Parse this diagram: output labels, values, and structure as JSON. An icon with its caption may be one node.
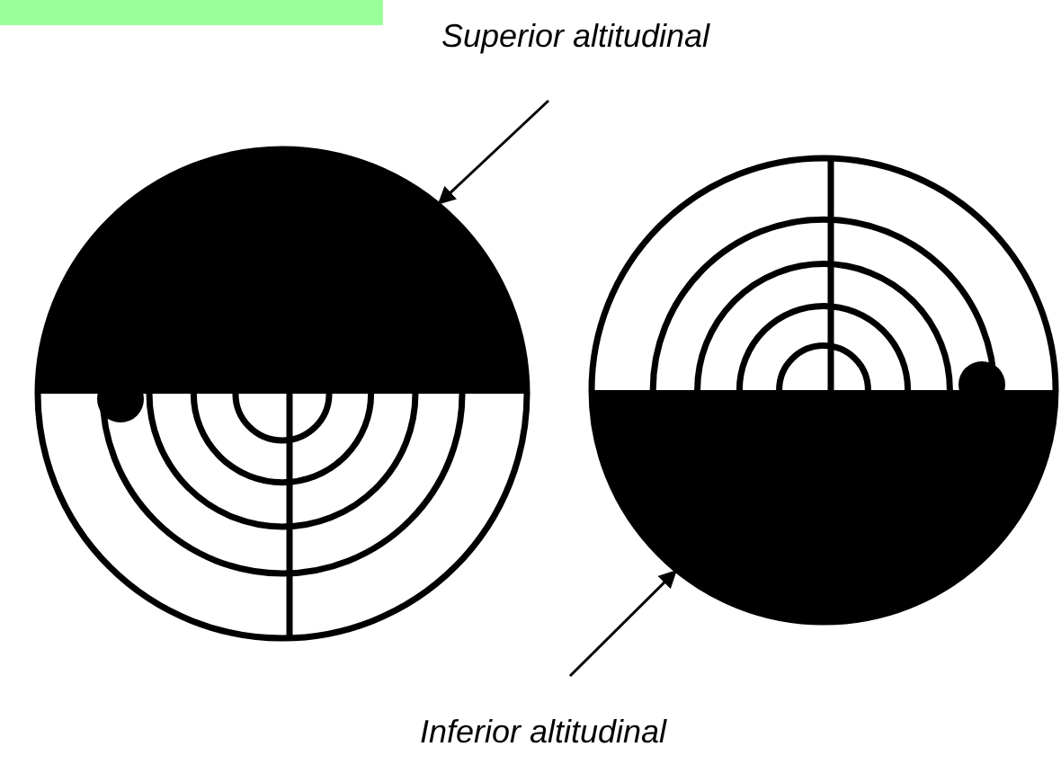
{
  "diagram": {
    "nodes": [
      {
        "text": [
          "Superior altitudinal"
        ]
      },
      {
        "text": [],
        "shape": "picture"
      },
      {
        "text": [],
        "shape": "picture"
      },
      {
        "text": [
          "Inferior altitudinal"
        ]
      }
    ],
    "edges": [
      {
        "from": 0,
        "to": 1,
        "arrow": "to"
      },
      {
        "from": 3,
        "to": 2,
        "arrow": "to"
      }
    ]
  }
}
